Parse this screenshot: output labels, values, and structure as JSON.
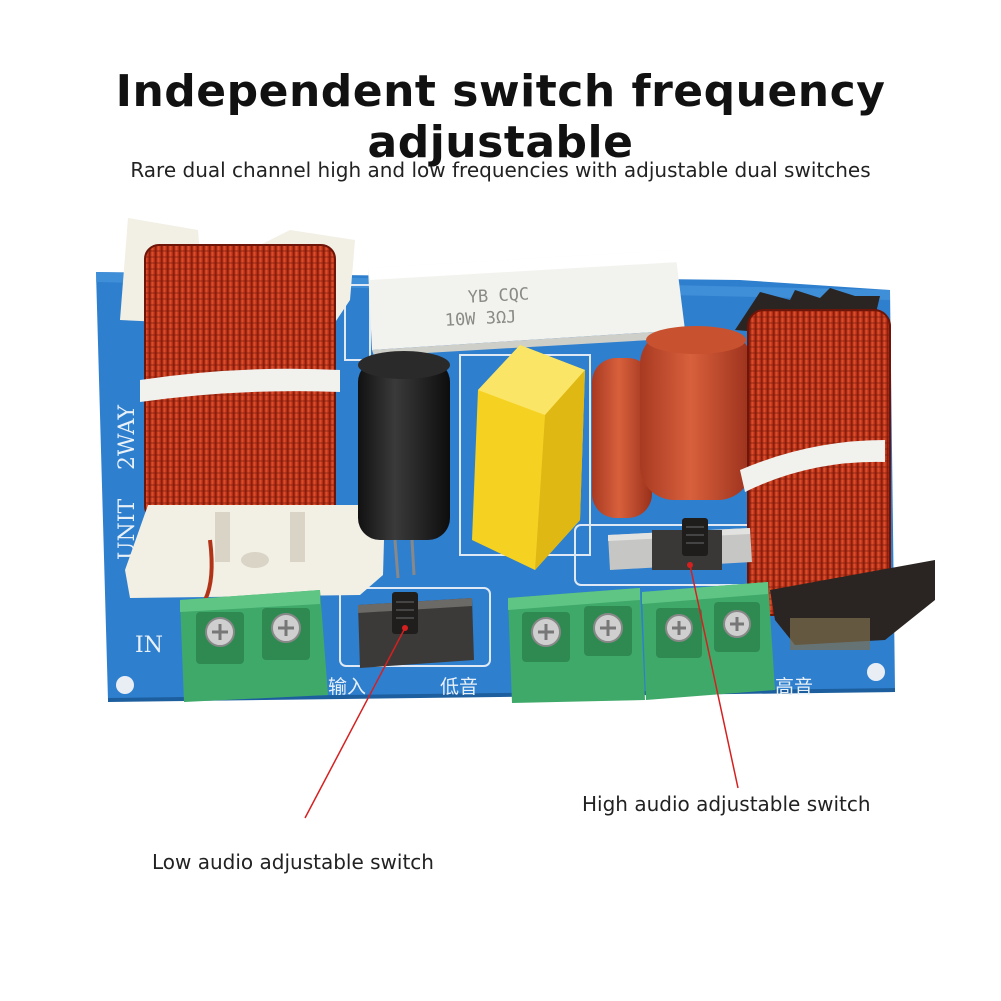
{
  "header": {
    "title": "Independent switch frequency adjustable",
    "subtitle": "Rare dual channel high and low frequencies with adjustable dual switches"
  },
  "callouts": {
    "high_switch": "High audio adjustable switch",
    "low_switch": "Low audio adjustable switch"
  },
  "board": {
    "silk_2way": "2WAY",
    "silk_unit": "UNIT",
    "label_in": "IN",
    "label_input_cn": "输入",
    "label_bass_cn": "低音",
    "label_treble_cn": "高音",
    "resistor_line1": "YB CQC",
    "resistor_line2": "10W 3ΩJ"
  },
  "colors": {
    "pcb": "#2f7fcf",
    "coil": "#c8381c",
    "terminal": "#3fa96a",
    "callout_line": "#d62020"
  }
}
